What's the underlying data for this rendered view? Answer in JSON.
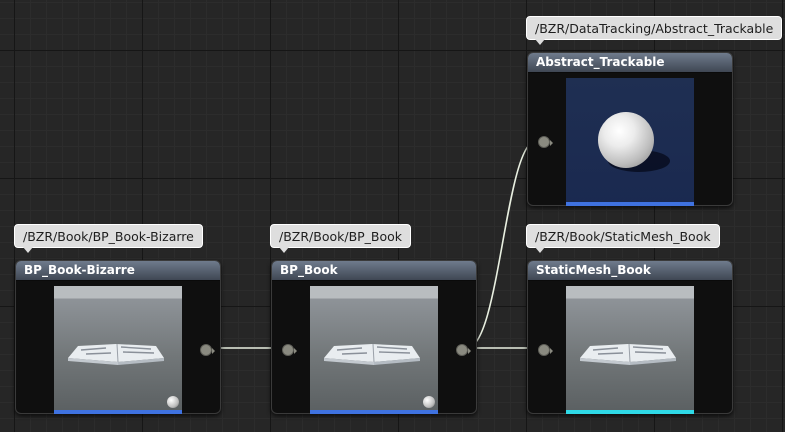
{
  "nodes": [
    {
      "id": "abstract",
      "path": "/BZR/DataTracking/Abstract_Trackable",
      "title": "Abstract_Trackable",
      "thumbnail": "sphere-thumbnail",
      "bar_color": "#3f72e0"
    },
    {
      "id": "bizarre",
      "path": "/BZR/Book/BP_Book-Bizarre",
      "title": "BP_Book-Bizarre",
      "thumbnail": "book-thumbnail",
      "bar_color": "#3f72e0",
      "badge": "blueprint-badge-icon"
    },
    {
      "id": "bpbook",
      "path": "/BZR/Book/BP_Book",
      "title": "BP_Book",
      "thumbnail": "book-thumbnail",
      "bar_color": "#3f72e0",
      "badge": "blueprint-badge-icon"
    },
    {
      "id": "mesh",
      "path": "/BZR/Book/StaticMesh_Book",
      "title": "StaticMesh_Book",
      "thumbnail": "book-thumbnail",
      "bar_color": "#2fd9e6"
    }
  ],
  "connections": [
    {
      "from": "BP_Book-Bizarre",
      "to": "BP_Book"
    },
    {
      "from": "BP_Book",
      "to": "Abstract_Trackable"
    },
    {
      "from": "BP_Book",
      "to": "StaticMesh_Book"
    }
  ],
  "colors": {
    "wire": "#e8efe0",
    "graph_bg": "#262626",
    "pin": "#8a8a80"
  }
}
